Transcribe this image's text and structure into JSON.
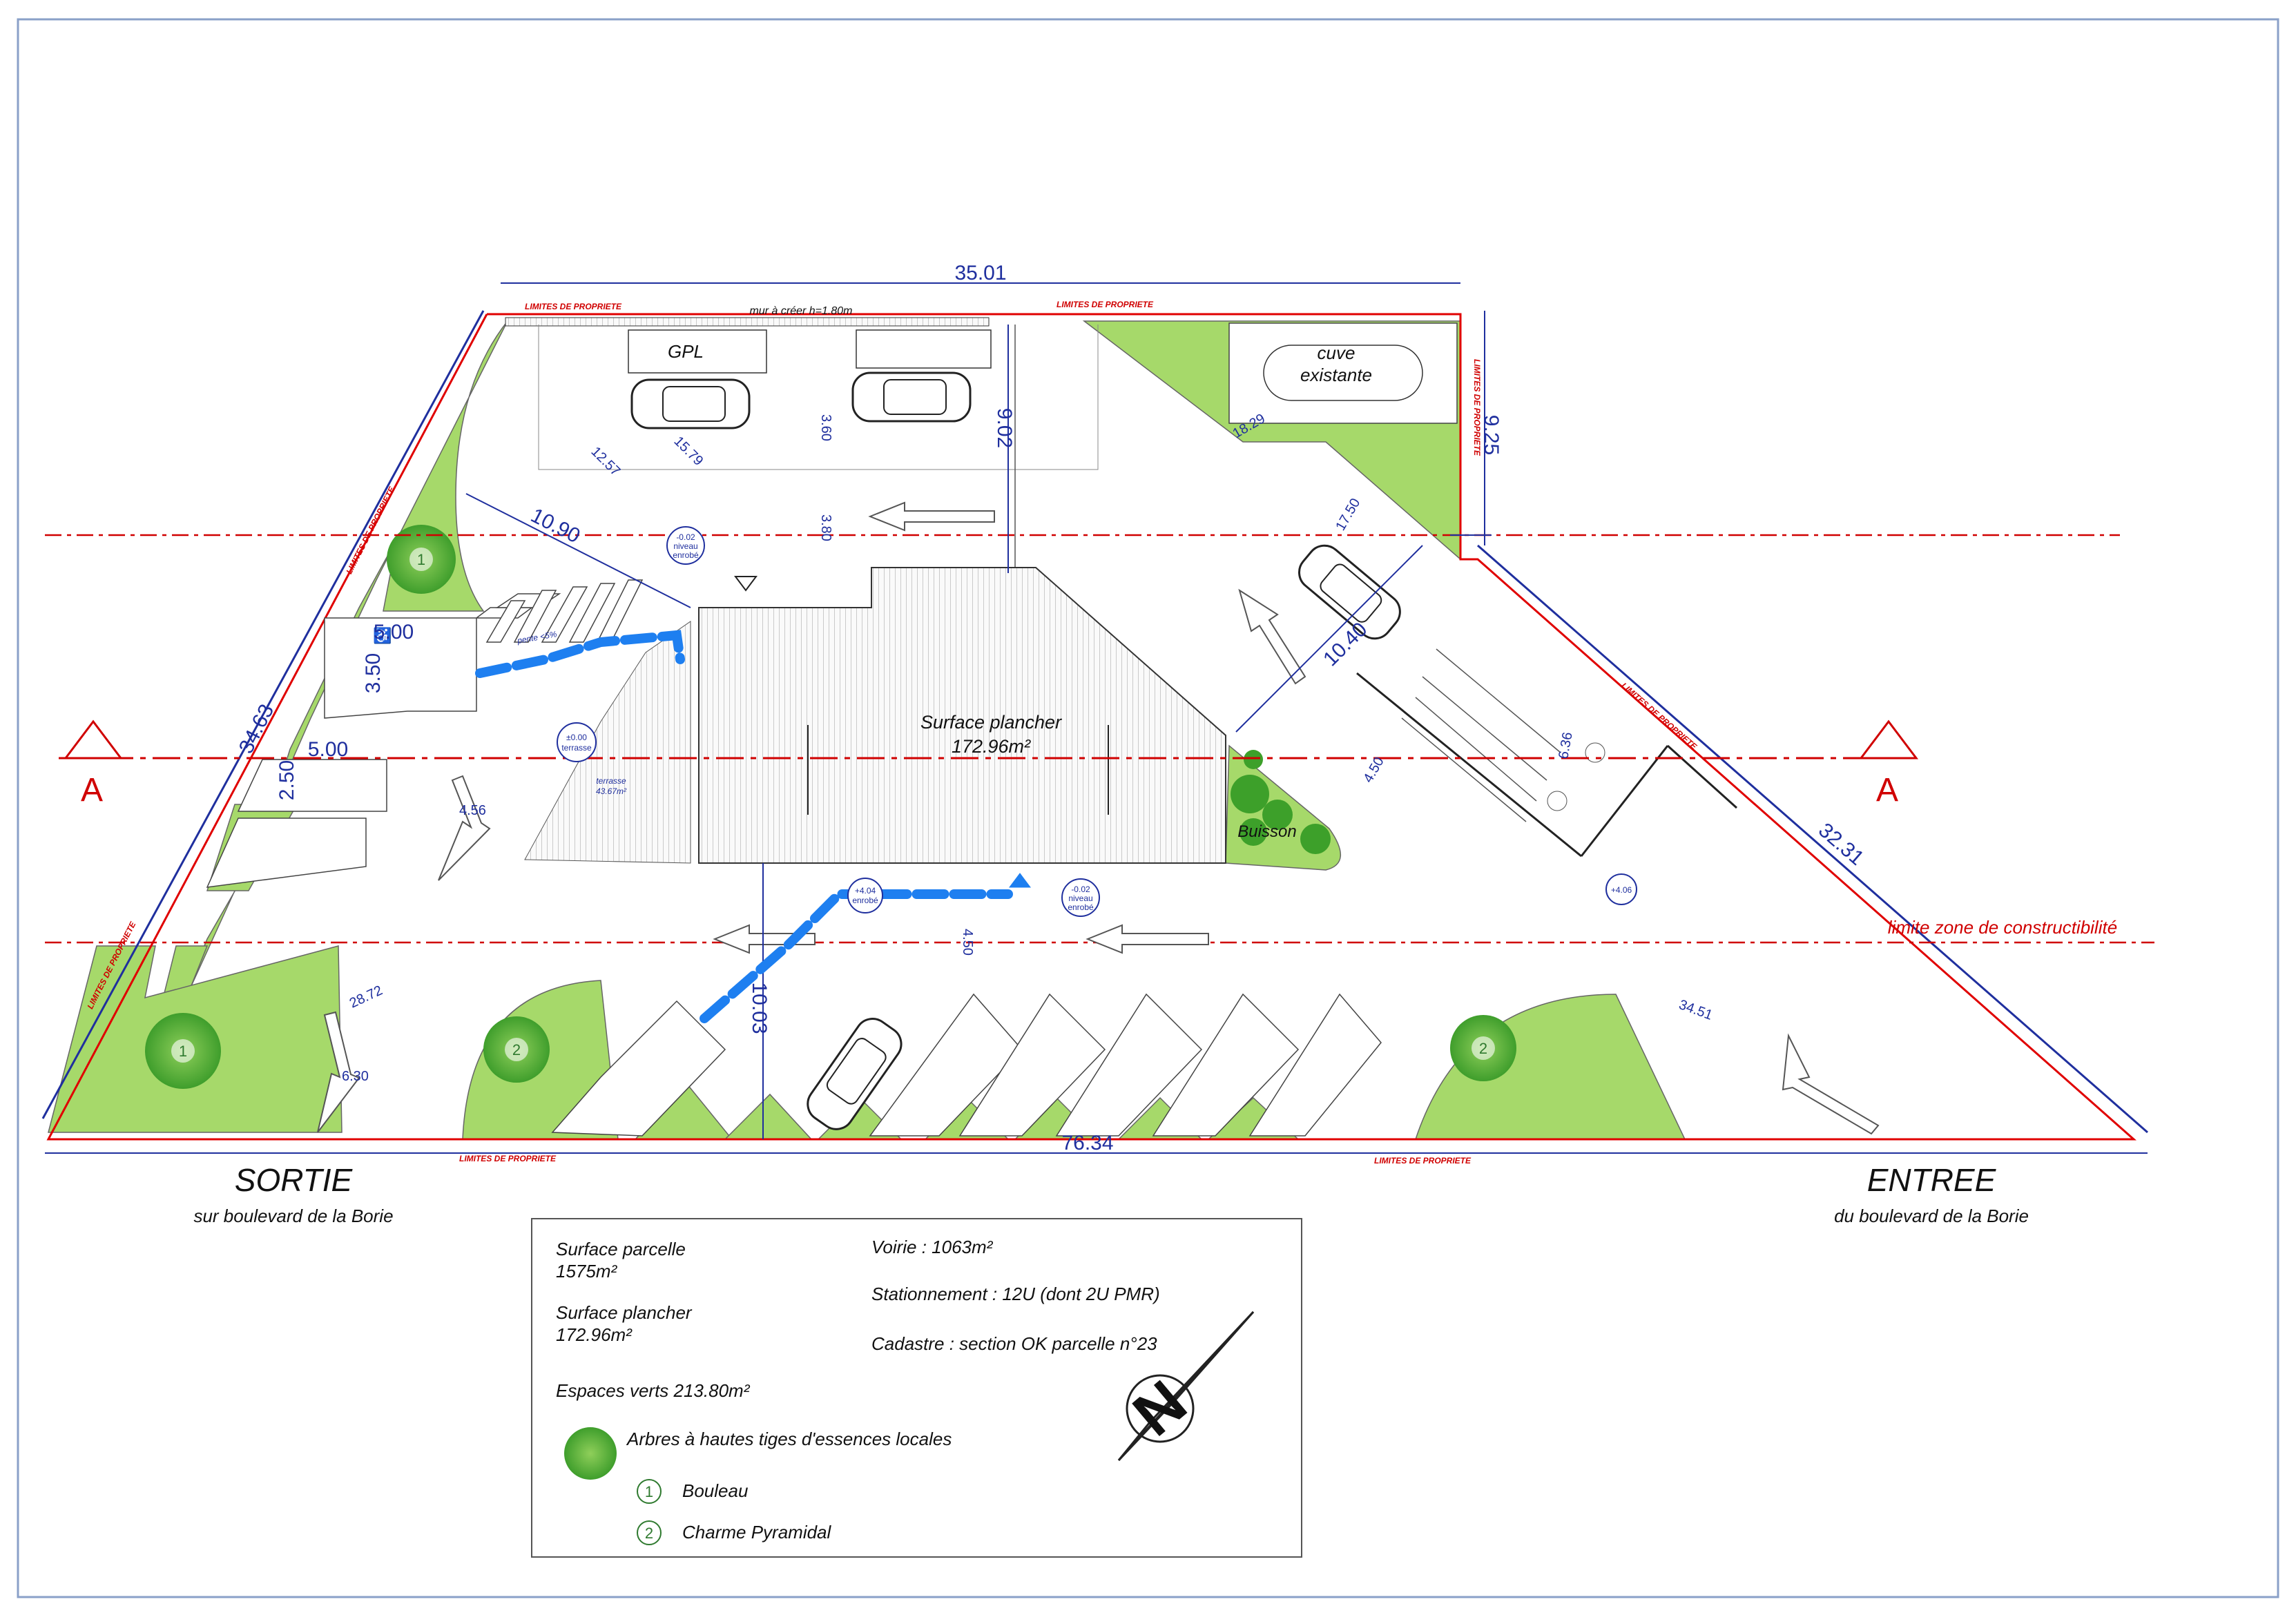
{
  "labels": {
    "limites": "LIMITES DE PROPRIETE",
    "mur": "mur à créer h=1.80m",
    "gpl": "GPL",
    "cuve_l1": "cuve",
    "cuve_l2": "existante",
    "surface_l1": "Surface plancher",
    "surface_l2": "172.96m²",
    "buisson": "Buisson",
    "section": "A",
    "constructibilite": "limite zone de constructibilité",
    "sortie": "SORTIE",
    "sortie_sub": "sur boulevard de la Borie",
    "entree": "ENTREE",
    "entree_sub": "du boulevard de la Borie",
    "terrasse_l1": "terrasse",
    "terrasse_l2": "43.67m²",
    "pente": "pente <5%"
  },
  "levels": {
    "top_l1": "-0.02",
    "top_l2": "niveau",
    "top_l3": "enrobé",
    "terrace_l1": "±0.00",
    "terrace_l2": "terrasse",
    "bottom1_l1": "+4.04",
    "bottom1_l2": "enrobé",
    "bottom2_l1": "-0.02",
    "bottom2_l2": "niveau",
    "bottom2_l3": "enrobé",
    "right": "+4.06"
  },
  "dimensions": {
    "top_width": "35.01",
    "bottom_width": "76.34",
    "left_edge": "34.63",
    "right_edge": "32.31",
    "right_top": "9.25",
    "parking_top": "9.02",
    "diag_left": "10.90",
    "diag_right": "10.40",
    "road_depth": "10.03",
    "stall_length_1": "5.00",
    "stall_width_1": "3.50",
    "stall_length_2": "5.00",
    "stall_width_2": "2.50",
    "small_a": "15.79",
    "small_b": "12.57",
    "small_c": "18.29",
    "small_d": "17.50",
    "small_e": "3.60",
    "small_f": "3.80",
    "small_g": "4.50",
    "small_h": "4.50",
    "small_i": "4.56",
    "small_j": "28.72",
    "small_k": "6.30",
    "small_l": "34.51",
    "small_m": "6.36"
  },
  "legend": {
    "parcel_l1": "Surface parcelle",
    "parcel_l2": "1575m²",
    "floor_l1": "Surface plancher",
    "floor_l2": "172.96m²",
    "green": "Espaces verts 213.80m²",
    "voirie": "Voirie : 1063m²",
    "stationnement": "Stationnement : 12U (dont 2U PMR)",
    "cadastre": "Cadastre : section OK parcelle n°23",
    "trees": "Arbres à hautes tiges d'essences locales",
    "tree1_num": "1",
    "tree1_name": "Bouleau",
    "tree2_num": "2",
    "tree2_name": "Charme Pyramidal"
  },
  "colors": {
    "green": "#a6d96a",
    "property_line": "#e00000",
    "dimension": "#1f2f9e",
    "path": "#1e7ff0"
  }
}
